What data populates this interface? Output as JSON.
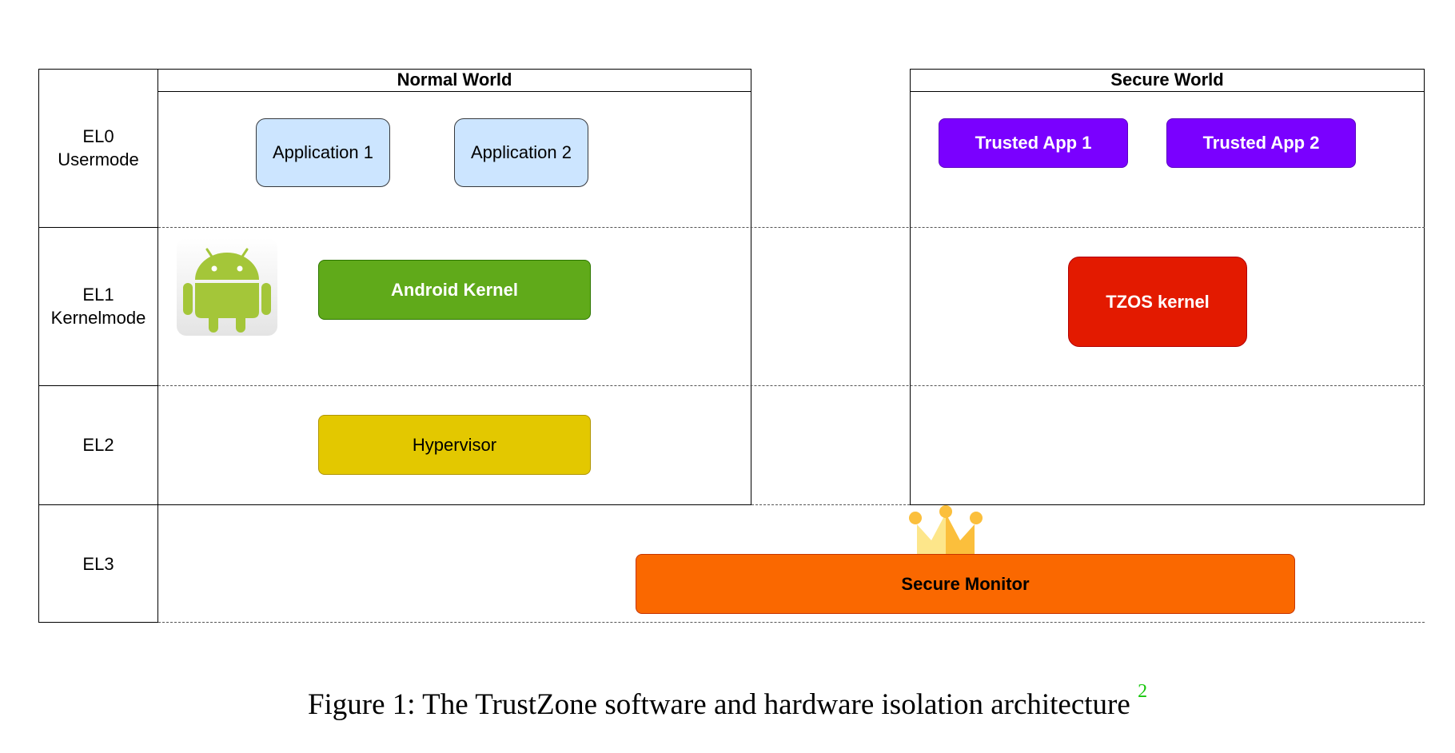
{
  "worlds": {
    "normal": "Normal World",
    "secure": "Secure World"
  },
  "levels": {
    "el0": {
      "line1": "EL0",
      "line2": "Usermode"
    },
    "el1": {
      "line1": "EL1",
      "line2": "Kernelmode"
    },
    "el2": {
      "line1": "EL2"
    },
    "el3": {
      "line1": "EL3"
    }
  },
  "components": {
    "app1": "Application 1",
    "app2": "Application 2",
    "trusted_app1": "Trusted App 1",
    "trusted_app2": "Trusted App 2",
    "android_kernel": "Android Kernel",
    "tzos_kernel": "TZOS kernel",
    "hypervisor": "Hypervisor",
    "secure_monitor": "Secure Monitor"
  },
  "icons": {
    "android": "android-robot-icon",
    "crown": "crown-icon"
  },
  "colors": {
    "application": "#cce5ff",
    "trusted_app": "#7a00ff",
    "android_kernel": "#60aa1a",
    "tzos_kernel": "#e31a00",
    "hypervisor": "#e3c800",
    "secure_monitor": "#fa6800"
  },
  "caption": {
    "text": "Figure 1: The TrustZone software and hardware isolation architecture",
    "footnote": "2"
  }
}
